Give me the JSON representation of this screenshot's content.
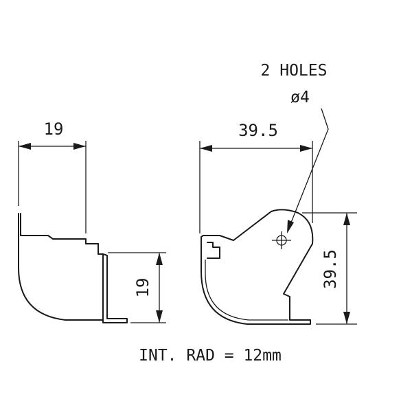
{
  "left_view": {
    "width_label": "19",
    "height_label": "19"
  },
  "right_view": {
    "width_label": "39.5",
    "height_label": "39.5",
    "holes_label": "2 HOLES",
    "diameter_label": "ø4"
  },
  "footer": {
    "radius_note": "INT. RAD = 12mm"
  },
  "colors": {
    "line": "#1a1a1a",
    "background": "#ffffff"
  }
}
